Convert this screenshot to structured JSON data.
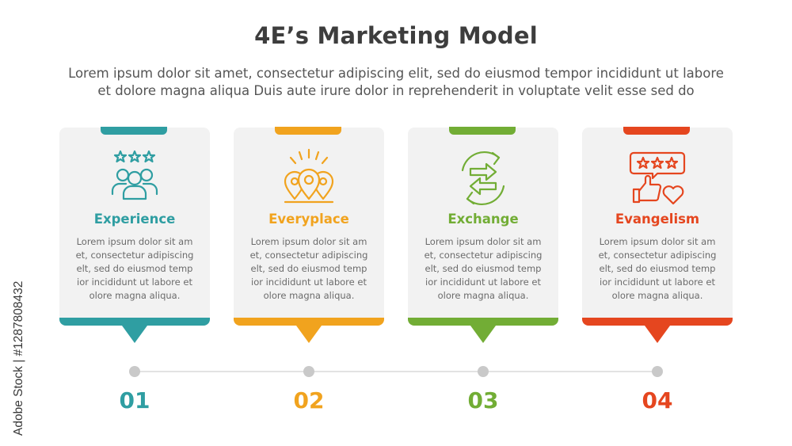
{
  "title": "4E’s Marketing Model",
  "subtitle_line1": "Lorem ipsum dolor sit amet, consectetur adipiscing elit, sed do eiusmod tempor incididunt ut labore",
  "subtitle_line2": "et dolore magna aliqua Duis aute irure dolor in reprehenderit in voluptate velit esse sed do",
  "watermark": "Adobe Stock | #1287808432",
  "cards": [
    {
      "heading": "Experience",
      "number": "01",
      "color": "#2f9ea2",
      "icon": "people-rating-icon",
      "body": "Lorem ipsum dolor sit am et, consectetur adipiscing elt, sed do eiusmod temp ior incididunt ut labore et olore magna aliqua."
    },
    {
      "heading": "Everyplace",
      "number": "02",
      "color": "#f1a31e",
      "icon": "location-pins-icon",
      "body": "Lorem ipsum dolor sit am et, consectetur adipiscing elt, sed do eiusmod temp ior incididunt ut labore et olore magna aliqua."
    },
    {
      "heading": "Exchange",
      "number": "03",
      "color": "#72ad35",
      "icon": "exchange-arrows-icon",
      "body": "Lorem ipsum dolor sit am et, consectetur adipiscing elt, sed do eiusmod temp ior incididunt ut labore et olore magna aliqua."
    },
    {
      "heading": "Evangelism",
      "number": "04",
      "color": "#e5461f",
      "icon": "review-thumbs-heart-icon",
      "body": "Lorem ipsum dolor sit am et, consectetur adipiscing elt, sed do eiusmod temp ior incididunt ut labore et olore magna aliqua."
    }
  ]
}
